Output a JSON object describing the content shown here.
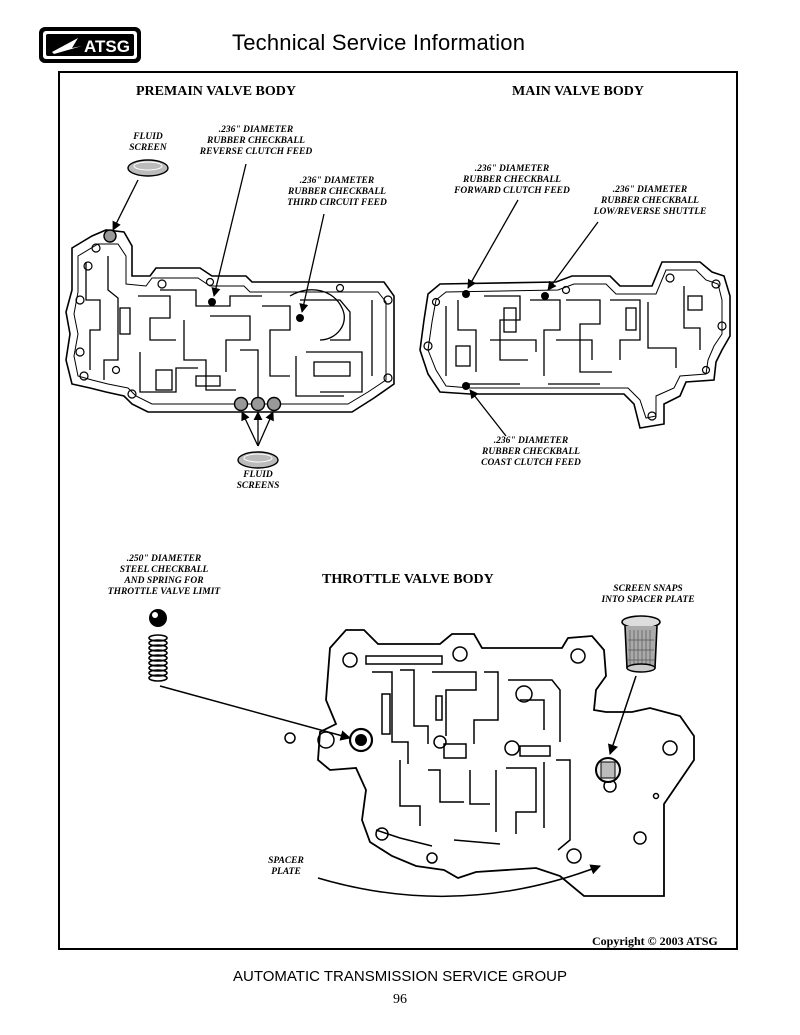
{
  "header": {
    "logo_text": "ATSG",
    "title": "Technical Service Information"
  },
  "sections": {
    "premain": "PREMAIN VALVE BODY",
    "main": "MAIN VALVE BODY",
    "throttle": "THROTTLE VALVE BODY"
  },
  "callouts": {
    "fluid_screen": "FLUID\nSCREEN",
    "reverse_clutch": ".236\" DIAMETER\nRUBBER CHECKBALL\nREVERSE CLUTCH FEED",
    "third_circuit": ".236\" DIAMETER\nRUBBER CHECKBALL\nTHIRD CIRCUIT FEED",
    "fluid_screens": "FLUID\nSCREENS",
    "forward_clutch": ".236\" DIAMETER\nRUBBER CHECKBALL\nFORWARD CLUTCH FEED",
    "low_reverse": ".236\" DIAMETER\nRUBBER CHECKBALL\nLOW/REVERSE SHUTTLE",
    "coast_clutch": ".236\" DIAMETER\nRUBBER CHECKBALL\nCOAST CLUTCH FEED",
    "steel_checkball": ".250\" DIAMETER\nSTEEL CHECKBALL\nAND SPRING FOR\nTHROTTLE VALVE LIMIT",
    "screen_snaps": "SCREEN SNAPS\nINTO SPACER PLATE",
    "spacer_plate": "SPACER\nPLATE"
  },
  "copyright": "Copyright © 2003  ATSG",
  "footer": "AUTOMATIC TRANSMISSION SERVICE GROUP",
  "page_number": "96"
}
